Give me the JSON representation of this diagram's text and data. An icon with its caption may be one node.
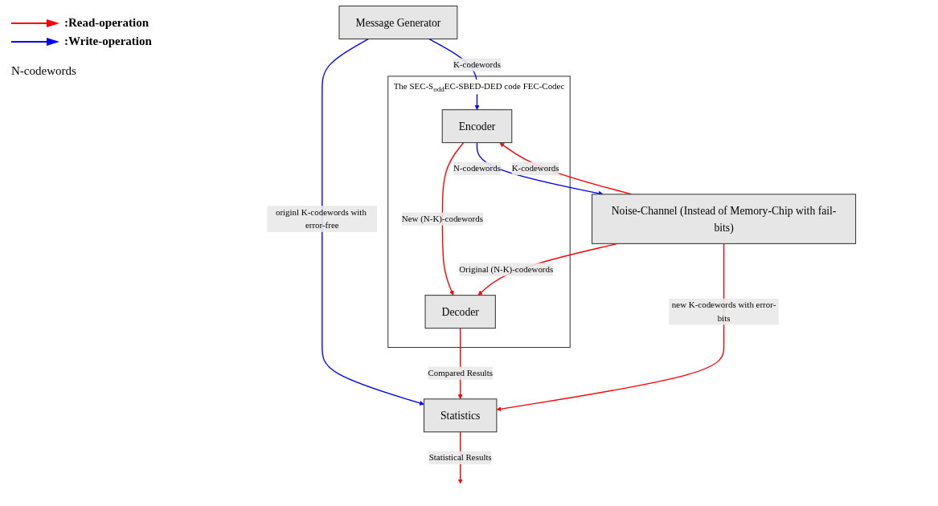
{
  "diagram": {
    "nodes": [
      {
        "text": [
          "Message Generator"
        ]
      },
      {
        "text": [
          "The SEC-S$_{odd}$EC-SBED-DED code FEC-Codec"
        ]
      },
      {
        "text": [
          "Encoder"
        ],
        "in": 1
      },
      {
        "text": [
          "Decoder"
        ],
        "in": 1
      },
      {
        "text": [
          "Statistics"
        ]
      },
      {
        "text": [
          "Noise-Channel (Instead of Memory-Chip with fail-bits)"
        ]
      }
    ],
    "edges": [
      {
        "from": 0,
        "to": 2,
        "arrow": "to",
        "label": "K-codewords",
        "color": "#0000ff"
      },
      {
        "from": 0,
        "to": 4,
        "arrow": "to",
        "label": "originl K-codewords with error-free",
        "color": "#0000ff"
      },
      {
        "from": 2,
        "to": 3,
        "arrow": "to",
        "label": "New (N-K)-codewords"
      },
      {
        "from": 3,
        "to": 4,
        "arrow": "to",
        "label": "Compared Results"
      },
      {
        "from": 4,
        "to": null,
        "arrow": "to",
        "label": "Statistical Results"
      },
      {
        "from": 2,
        "to": 5,
        "arrow": "to",
        "label": "N-codewords",
        "color": "#0000ff"
      },
      {
        "from": 5,
        "to": 2,
        "arrow": "to",
        "label": "K-codewords"
      },
      {
        "from": 5,
        "to": 3,
        "arrow": "to",
        "label": "Original (N-K)-codewords"
      },
      {
        "from": 5,
        "to": 4,
        "arrow": "to",
        "label": "new K-codewords with error-bits"
      }
    ],
    "labels": [
      "N-codewords"
    ],
    "legend": [
      {
        "text": ":Read-operation",
        "color": "#ff0000"
      },
      {
        "text": ":Write-operation",
        "color": "#0000ff"
      }
    ]
  }
}
